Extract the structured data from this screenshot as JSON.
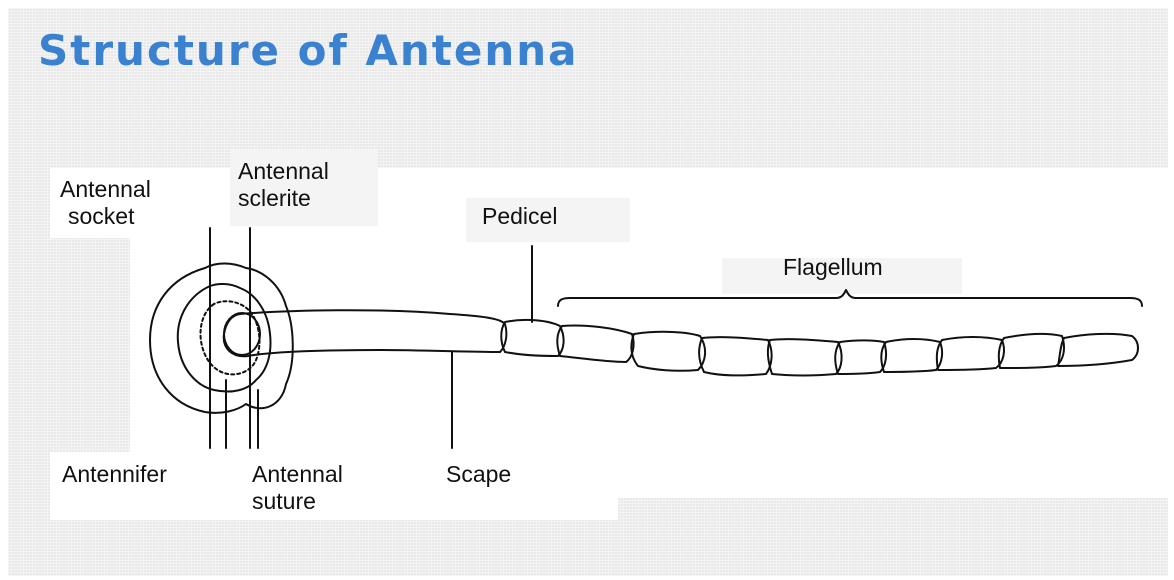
{
  "slide": {
    "title": "Structure of Antenna"
  },
  "labels": {
    "antennal_socket": [
      "Antennal",
      "socket"
    ],
    "antennal_sclerite": [
      "Antennal",
      "sclerite"
    ],
    "pedicel": "Pedicel",
    "flagellum": "Flagellum",
    "antennifer": "Antennifer",
    "antennal_suture": [
      "Antennal",
      "suture"
    ],
    "scape": "Scape"
  },
  "colors": {
    "title": "#3a82d0",
    "background": "#e9e9e9",
    "panel": "#ffffff",
    "ink": "#111111"
  }
}
